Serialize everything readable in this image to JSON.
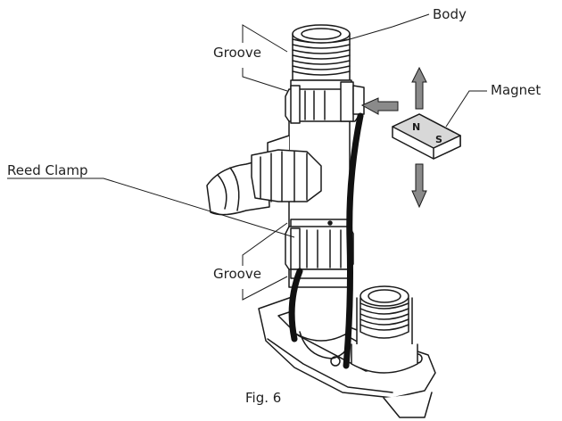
{
  "labels": {
    "body": "Body",
    "magnet": "Magnet",
    "reed_clamp": "Reed Clamp",
    "groove_top": "Groove",
    "groove_bottom": "Groove",
    "figure": "Fig. 6"
  },
  "magnet_marks": [
    "N",
    "S"
  ],
  "colors": {
    "line": "#1a1a1a",
    "arrow_fill": "#8a8a8a",
    "wire": "#111111",
    "background": "#ffffff"
  }
}
